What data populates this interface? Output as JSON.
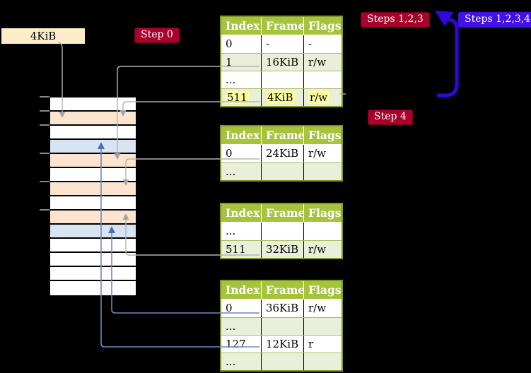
{
  "colors": {
    "background": "#000000",
    "frame_label_bg": "#fbecca",
    "badge_red": "#a8022c",
    "badge_blue": "#4311e6",
    "arrow_blue": "#3206dd",
    "table_header_bg": "#a5c43b",
    "table_border": "#7d9427",
    "table_row_alt_bg": "#e9efd8",
    "table_row_divider": "#aabd5f",
    "highlight_yellow": "#feff9c",
    "connector_gray": "#b3b3b3",
    "arrowhead_gray": "#9aa5b1",
    "connector_blue": "#6d89c0",
    "arrowhead_blue": "#4a6fb2",
    "mem_white": "#ffffff",
    "mem_peach": "#fce4cf",
    "mem_blue": "#d8e4f2"
  },
  "frame_label": {
    "text": "4KiB"
  },
  "badges": {
    "step0": "Step 0",
    "steps123": "Steps 1,2,3",
    "steps1234": "Steps 1,2,3,4",
    "step4": "Step 4"
  },
  "memory": {
    "rows": [
      "white",
      "peach",
      "white",
      "blue",
      "peach",
      "white",
      "peach",
      "white",
      "peach",
      "blue",
      "white",
      "white",
      "white",
      "white"
    ],
    "ticks_at_row_tops": [
      0,
      1,
      2,
      4,
      6,
      8
    ]
  },
  "table_headers": [
    "Index",
    "Frame",
    "Flags"
  ],
  "page_tables": [
    {
      "rows": [
        {
          "cells": [
            "0",
            "-",
            "-"
          ]
        },
        {
          "cells": [
            "1",
            "16KiB",
            "r/w"
          ]
        },
        {
          "cells": [
            "...",
            "",
            ""
          ]
        },
        {
          "cells": [
            "511",
            "4KiB",
            "r/w"
          ]
        }
      ]
    },
    {
      "rows": [
        {
          "cells": [
            "0",
            "24KiB",
            "r/w"
          ]
        },
        {
          "cells": [
            "...",
            "",
            ""
          ]
        }
      ]
    },
    {
      "rows": [
        {
          "cells": [
            "...",
            "",
            ""
          ]
        },
        {
          "cells": [
            "511",
            "32KiB",
            "r/w"
          ]
        }
      ]
    },
    {
      "rows": [
        {
          "cells": [
            "0",
            "36KiB",
            "r/w"
          ]
        },
        {
          "cells": [
            "...",
            "",
            ""
          ]
        },
        {
          "cells": [
            "127",
            "12KiB",
            "r"
          ]
        },
        {
          "cells": [
            "...",
            "",
            ""
          ]
        }
      ]
    }
  ]
}
